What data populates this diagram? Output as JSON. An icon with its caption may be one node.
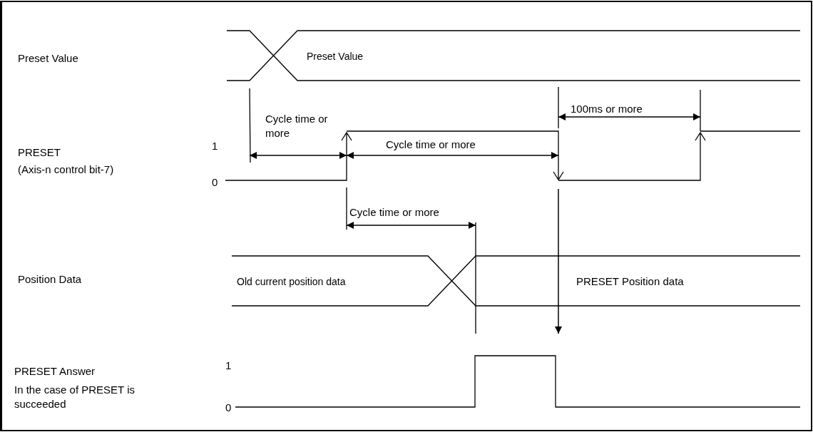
{
  "diagram": {
    "labels": [
      "Preset Value",
      "Preset Value",
      "100ms or more",
      "Cycle time or more",
      "1",
      "Cycle time or more",
      "PRESET",
      "(Axis-n control bit-7)",
      "0",
      "Cycle time or more",
      "Position Data",
      "Old current position data",
      "PRESET Position data",
      "PRESET Answer",
      "1",
      "In the case of PRESET is succeeded",
      "0"
    ]
  }
}
